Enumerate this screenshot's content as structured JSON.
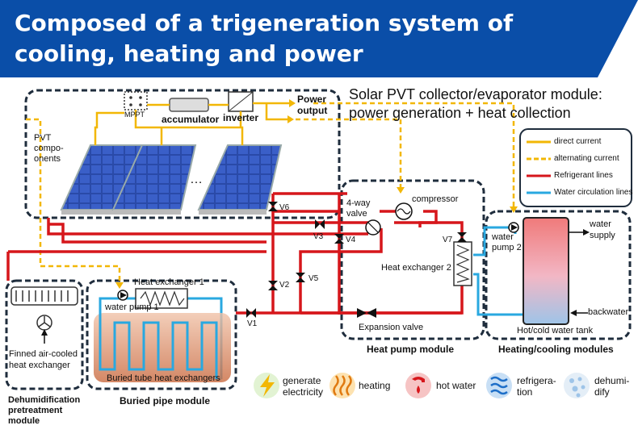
{
  "title": "Composed of a trigeneration system of cooling, heating and power",
  "colors": {
    "banner": "#0a4ea8",
    "direct_current": "#f2b705",
    "alternating_current": "#f2b705",
    "refrigerant": "#d6161b",
    "water": "#29a8e0",
    "module_border": "#1f2d3d",
    "tank_top": "#f08080",
    "tank_bottom": "#9ec4e8",
    "ground": "#d9906b"
  },
  "pvt_module": {
    "heading_line1": "Solar PVT collector/evaporator module:",
    "heading_line2": "power generation + heat collection",
    "mppt": "MPPT",
    "accumulator": "accumulator",
    "inverter": "inverter",
    "power_output_line1": "Power",
    "power_output_line2": "output",
    "pvt_label_line1": "PVT",
    "pvt_label_line2": "compo-",
    "pvt_label_line3": "onents",
    "ellipsis": "…"
  },
  "legend": {
    "direct_current": "direct current",
    "alternating_current": "alternating current",
    "refrigerant_lines": "Refrigerant lines",
    "water_lines": "Water circulation lines"
  },
  "heat_pump": {
    "compressor": "compressor",
    "four_way_line1": "4-way",
    "four_way_line2": "valve",
    "heat_exchanger_2": "Heat exchanger 2",
    "expansion_valve": "Expansion valve",
    "module_label": "Heat pump module"
  },
  "valves": {
    "v1": "V1",
    "v2": "V2",
    "v3": "V3",
    "v4": "V4",
    "v5": "V5",
    "v6": "V6",
    "v7": "V7"
  },
  "heating_module": {
    "water_pump_2_line1": "water",
    "water_pump_2_line2": "pump 2",
    "water_supply_line1": "water",
    "water_supply_line2": "supply",
    "backwater": "backwater",
    "tank": "Hot/cold water tank",
    "module_label": "Heating/cooling modules"
  },
  "buried_module": {
    "heat_exchanger_1": "Heat exchanger 1",
    "water_pump_1": "water pump 1",
    "buried_tubes": "Buried tube heat exchangers",
    "module_label": "Buried pipe module"
  },
  "dehum_module": {
    "finned_line1": "Finned air-cooled",
    "finned_line2": "heat exchanger",
    "module_label_line1": "Dehumidification",
    "module_label_line2": "pretreatment",
    "module_label_line3": "module"
  },
  "features": [
    {
      "icon": "lightning-icon",
      "line1": "generate",
      "line2": "electricity"
    },
    {
      "icon": "heat-waves-icon",
      "line1": "heating",
      "line2": ""
    },
    {
      "icon": "hot-water-icon",
      "line1": "hot water",
      "line2": ""
    },
    {
      "icon": "cold-waves-icon",
      "line1": "refrigera-",
      "line2": "tion"
    },
    {
      "icon": "droplets-icon",
      "line1": "dehumi-",
      "line2": "dify"
    }
  ]
}
